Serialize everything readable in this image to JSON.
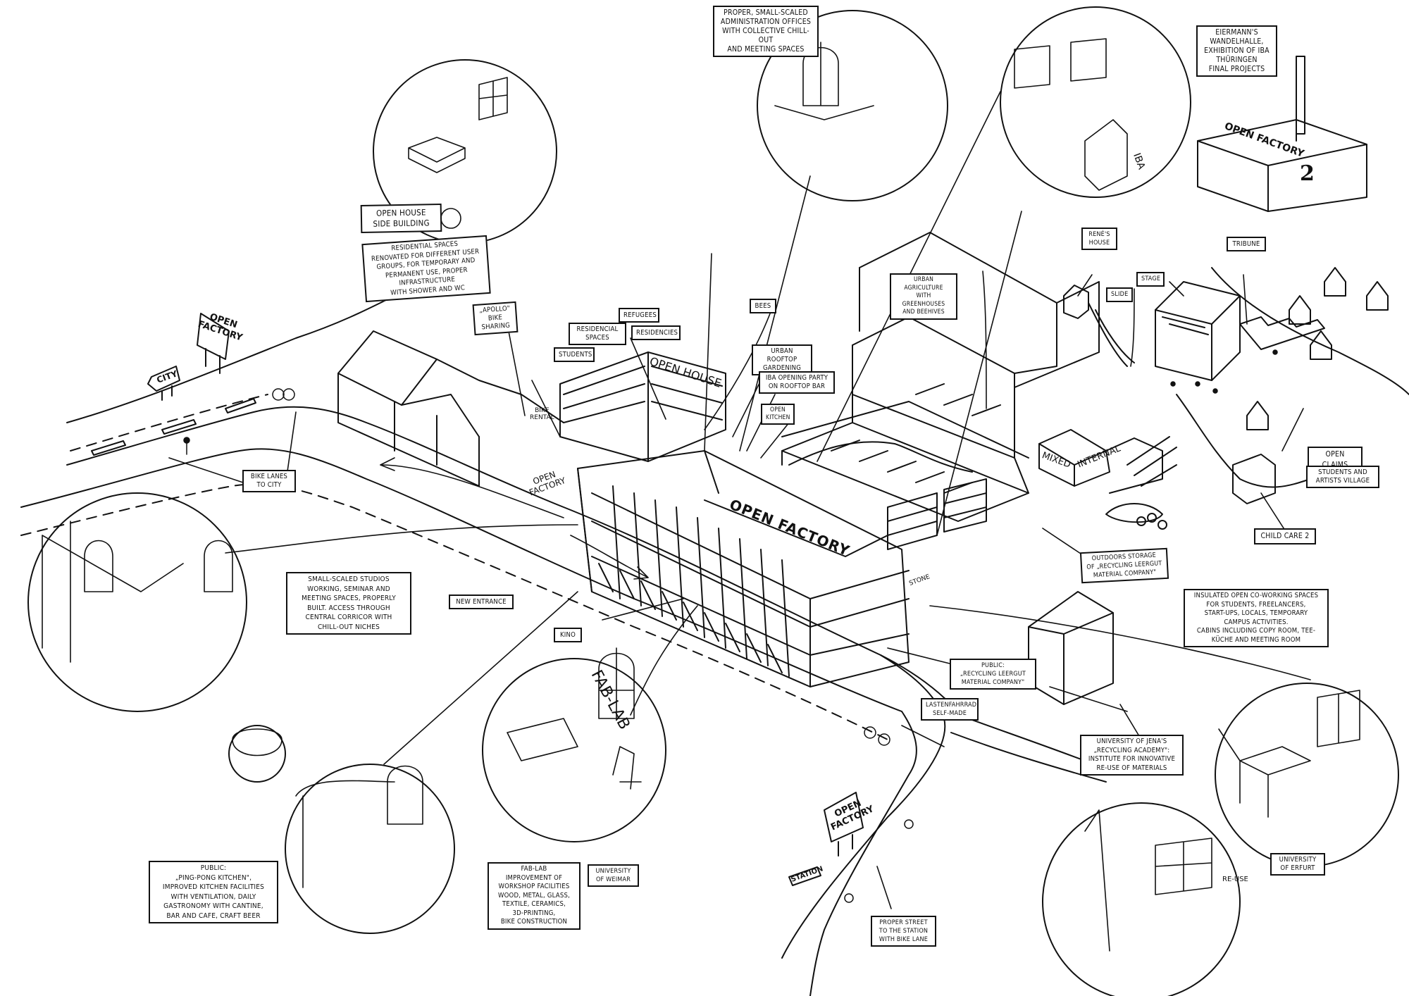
{
  "title": "Open Factory site concept sketch",
  "labels": {
    "admin_offices": "PROPER, SMALL-SCALED\nADMINISTRATION OFFICES\nWITH COLLECTIVE CHILL-OUT\nAND MEETING SPACES",
    "eiermann": "EIERMANN'S\nWANDELHALLE,\nEXHIBITION OF IBA\nTHÜRINGEN\nFINAL PROJECTS",
    "open_house_side": "OPEN HOUSE\nSIDE BUILDING",
    "residential_desc": "RESIDENTIAL SPACES\nRENOVATED FOR DIFFERENT USER\nGROUPS, FOR TEMPORARY AND\nPERMANENT USE, PROPER\nINFRASTRUCTURE\nWITH SHOWER AND WC",
    "apollo": "„APOLLO\"\nBIKE\nSHARING",
    "refugees": "REFUGEES",
    "residencial_spaces": "RESIDENCIAL\nSPACES",
    "residencies": "RESIDENCIES",
    "students": "STUDENTS",
    "bees": "BEES",
    "rooftop_gardening": "URBAN ROOFTOP\nGARDENING",
    "iba_party": "IBA OPENING PARTY\nON ROOFTOP BAR",
    "open_kitchen": "OPEN\nKITCHEN",
    "urban_agriculture": "URBAN AGRICULTURE\nWITH GREENHOUSES\nAND BEEHIVES",
    "renes_house": "RENÉ'S\nHOUSE",
    "slide": "SLIDE",
    "stage": "STAGE",
    "tribune": "TRIBUNE",
    "open_claims": "OPEN CLAIMS",
    "students_artists": "STUDENTS AND\nARTISTS VILLAGE",
    "child_care": "CHILD CARE 2",
    "outdoor_storage": "OUTDOORS STORAGE\nOF „RECYCLING LEERGUT\nMATERIAL COMPANY\"",
    "coworking": "INSULATED OPEN CO-WORKING SPACES\nFOR STUDENTS, FREELANCERS,\nSTART-UPS, LOCALS, TEMPORARY\nCAMPUS ACTIVITIES.\nCABINS INCLUDING COPY ROOM, TEE-\nKÜCHE AND MEETING ROOM",
    "public_recycling": "PUBLIC:\n„RECYCLING LEERGUT\nMATERIAL COMPANY\"",
    "lastenfahrrad": "LASTENFAHRRAD\nSELF-MADE",
    "jena": "UNIVERSITY OF JENA'S\n„RECYCLING ACADEMY\":\nINSTITUTE FOR INNOVATIVE\nRE-USE OF MATERIALS",
    "erfurt": "UNIVERSITY\nOF ERFURT",
    "proper_street": "PROPER STREET\nTO THE STATION\nWITH BIKE LANE",
    "fablab": "FAB-LAB\nIMPROVEMENT OF\nWORKSHOP FACILITIES\nWOOD, METAL, GLASS,\nTEXTILE, CERAMICS,\n3D-PRINTING,\nBIKE CONSTRUCTION",
    "weimar": "UNIVERSITY\nOF WEIMAR",
    "ping_pong": "PUBLIC:\n„PING-PONG KITCHEN\",\nIMPROVED KITCHEN FACILITIES\nWITH VENTILATION, DAILY\nGASTRONOMY WITH CANTINE,\nBAR AND CAFE, CRAFT BEER",
    "studios": "SMALL-SCALED STUDIOS\nWORKING, SEMINAR AND\nMEETING SPACES, PROPERLY\nBUILT. ACCESS THROUGH\nCENTRAL CORRICOR WITH\nCHILL-OUT NICHES",
    "bike_lanes": "BIKE LANES\nTO CITY",
    "new_entrance": "NEW ENTRANCE",
    "kino": "KINO"
  },
  "signs": {
    "open_factory_road": "OPEN\nFACTORY",
    "city": "CITY",
    "station": "STATION",
    "open_factory_station": "OPEN\nFACTORY",
    "open_factory_main": "OPEN FACTORY",
    "open_factory_gate": "OPEN\nFACTORY",
    "open_house": "OPEN HOUSE",
    "open_factory_2": "OPEN FACTORY",
    "open_factory_2_num": "2",
    "bike_rental": "BIKE\nRENTAL",
    "mixed": "MIXED",
    "internal": "INTERNAL",
    "fab_lab": "FAB-LAB",
    "iba": "IBA",
    "re_use": "RE-USE",
    "stone": "STONE"
  }
}
